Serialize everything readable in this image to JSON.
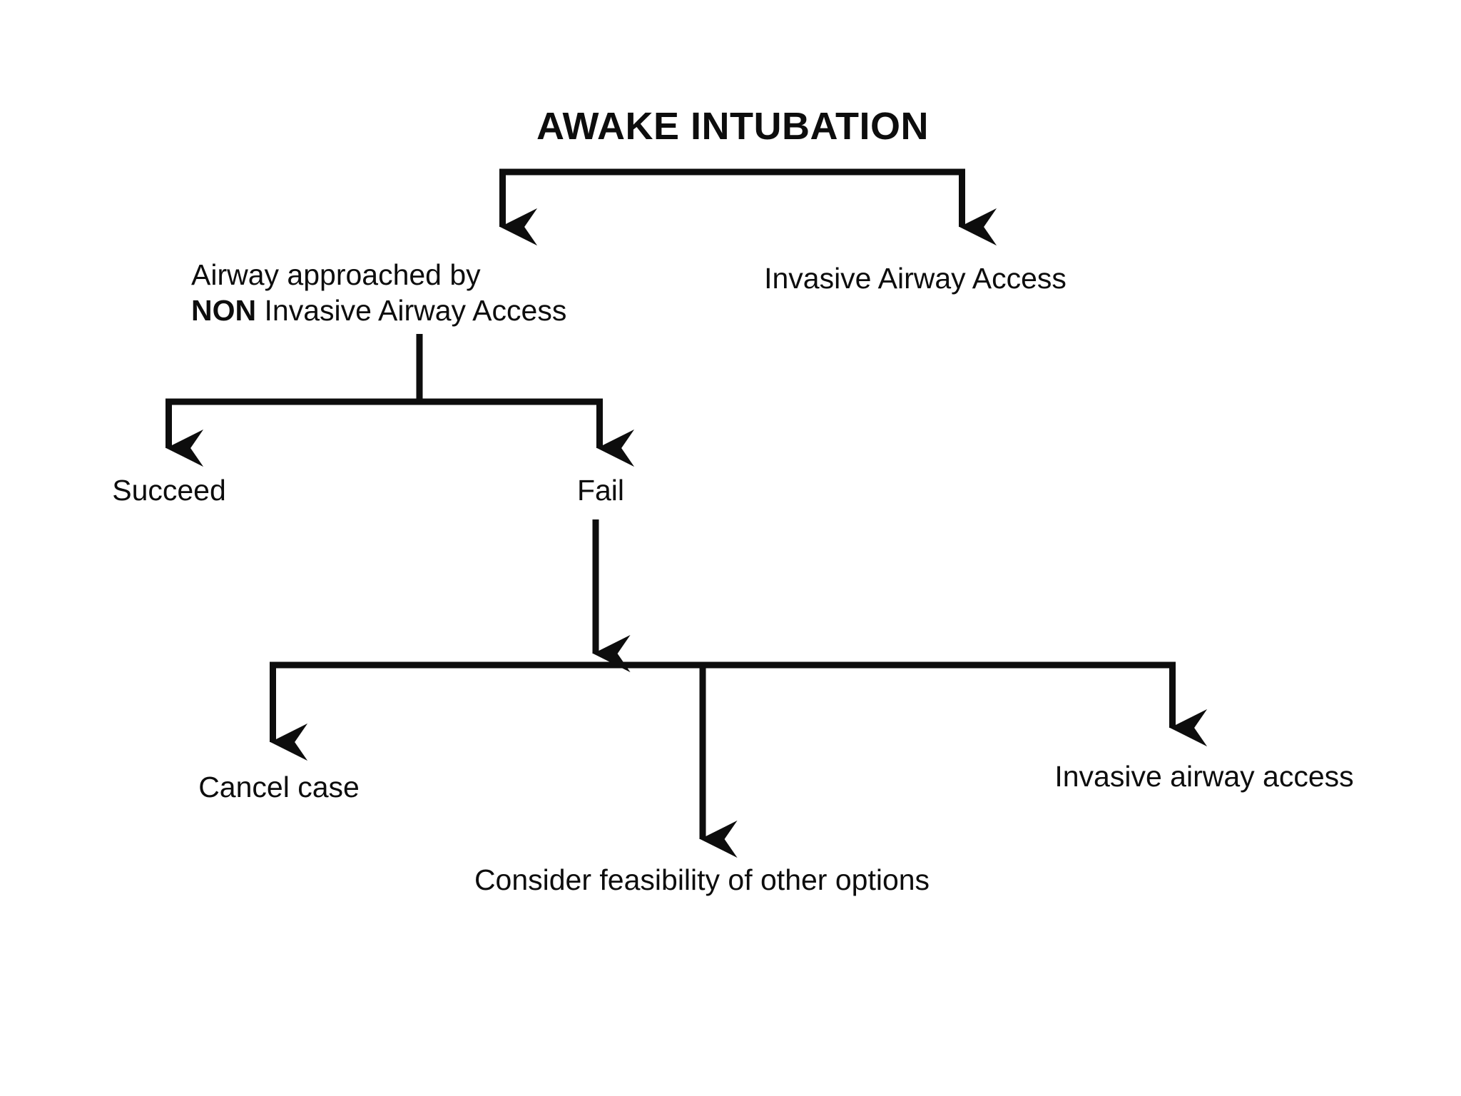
{
  "diagram": {
    "title": "AWAKE INTUBATION",
    "background_color": "#ffffff",
    "line_color": "#0d0d0d",
    "text_color": "#0d0d0d",
    "type": "flowchart",
    "nodes": {
      "root": "AWAKE INTUBATION",
      "branch_left_line1": "Airway approached by",
      "branch_left_line2_bold": "NON",
      "branch_left_line2_rest": " Invasive Airway Access",
      "branch_right": "Invasive Airway Access",
      "outcome_succeed": "Succeed",
      "outcome_fail": "Fail",
      "option_cancel": "Cancel case",
      "option_consider": "Consider feasibility of other options",
      "option_invasive": "Invasive airway access"
    },
    "edges": [
      {
        "from": "AWAKE INTUBATION",
        "to": "Airway approached by NON Invasive Airway Access"
      },
      {
        "from": "AWAKE INTUBATION",
        "to": "Invasive Airway Access"
      },
      {
        "from": "Airway approached by NON Invasive Airway Access",
        "to": "Succeed"
      },
      {
        "from": "Airway approached by NON Invasive Airway Access",
        "to": "Fail"
      },
      {
        "from": "Fail",
        "to": "Cancel case"
      },
      {
        "from": "Fail",
        "to": "Consider feasibility of other options"
      },
      {
        "from": "Fail",
        "to": "Invasive airway access"
      }
    ]
  }
}
